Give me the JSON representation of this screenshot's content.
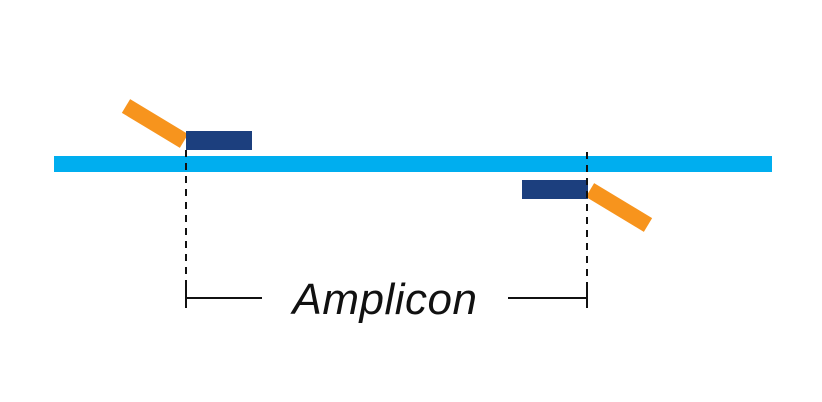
{
  "diagram": {
    "label": "Amplicon",
    "colors": {
      "dna_strand": "#00AEEF",
      "primer": "#1C3F7E",
      "primer_tail": "#F7941D",
      "annotation": "#111111",
      "background": "#FFFFFF"
    },
    "elements": {
      "strand": "dna-strand",
      "forward_primer": "forward-primer",
      "reverse_primer": "reverse-primer",
      "forward_tail": "forward-primer-tail",
      "reverse_tail": "reverse-primer-tail",
      "bracket": "amplicon-bracket"
    }
  }
}
